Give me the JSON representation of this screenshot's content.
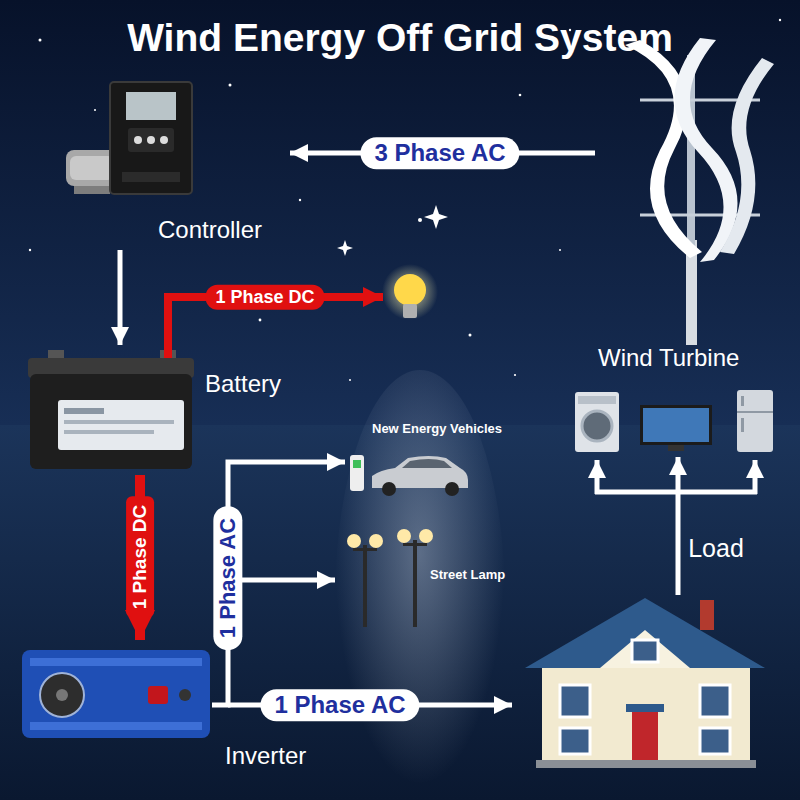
{
  "diagram": {
    "title": "Wind Energy Off Grid System",
    "nodes": [
      {
        "text": [
          "Controller"
        ]
      },
      {
        "text": [
          "Wind Turbine"
        ]
      },
      {
        "text": [
          "Battery"
        ]
      },
      {
        "text": [
          "New Energy Vehicles"
        ]
      },
      {
        "text": [
          "Street Lamp"
        ]
      },
      {
        "text": [
          "Inverter"
        ]
      }
    ],
    "edges": [
      {
        "from": 1,
        "to": 0,
        "arrow": "to",
        "label": "3 Phase AC"
      },
      {
        "from": 0,
        "to": 2,
        "arrow": "to"
      },
      {
        "from": 2,
        "to": 5,
        "arrow": "to",
        "label": "1 Phase DC"
      },
      {
        "from": 5,
        "to": 3,
        "arrow": "to",
        "label": "1 Phase AC"
      },
      {
        "from": 5,
        "to": 4,
        "arrow": "to"
      }
    ],
    "labels": [
      "1 Phase DC",
      "Load",
      "1 Phase AC"
    ]
  }
}
